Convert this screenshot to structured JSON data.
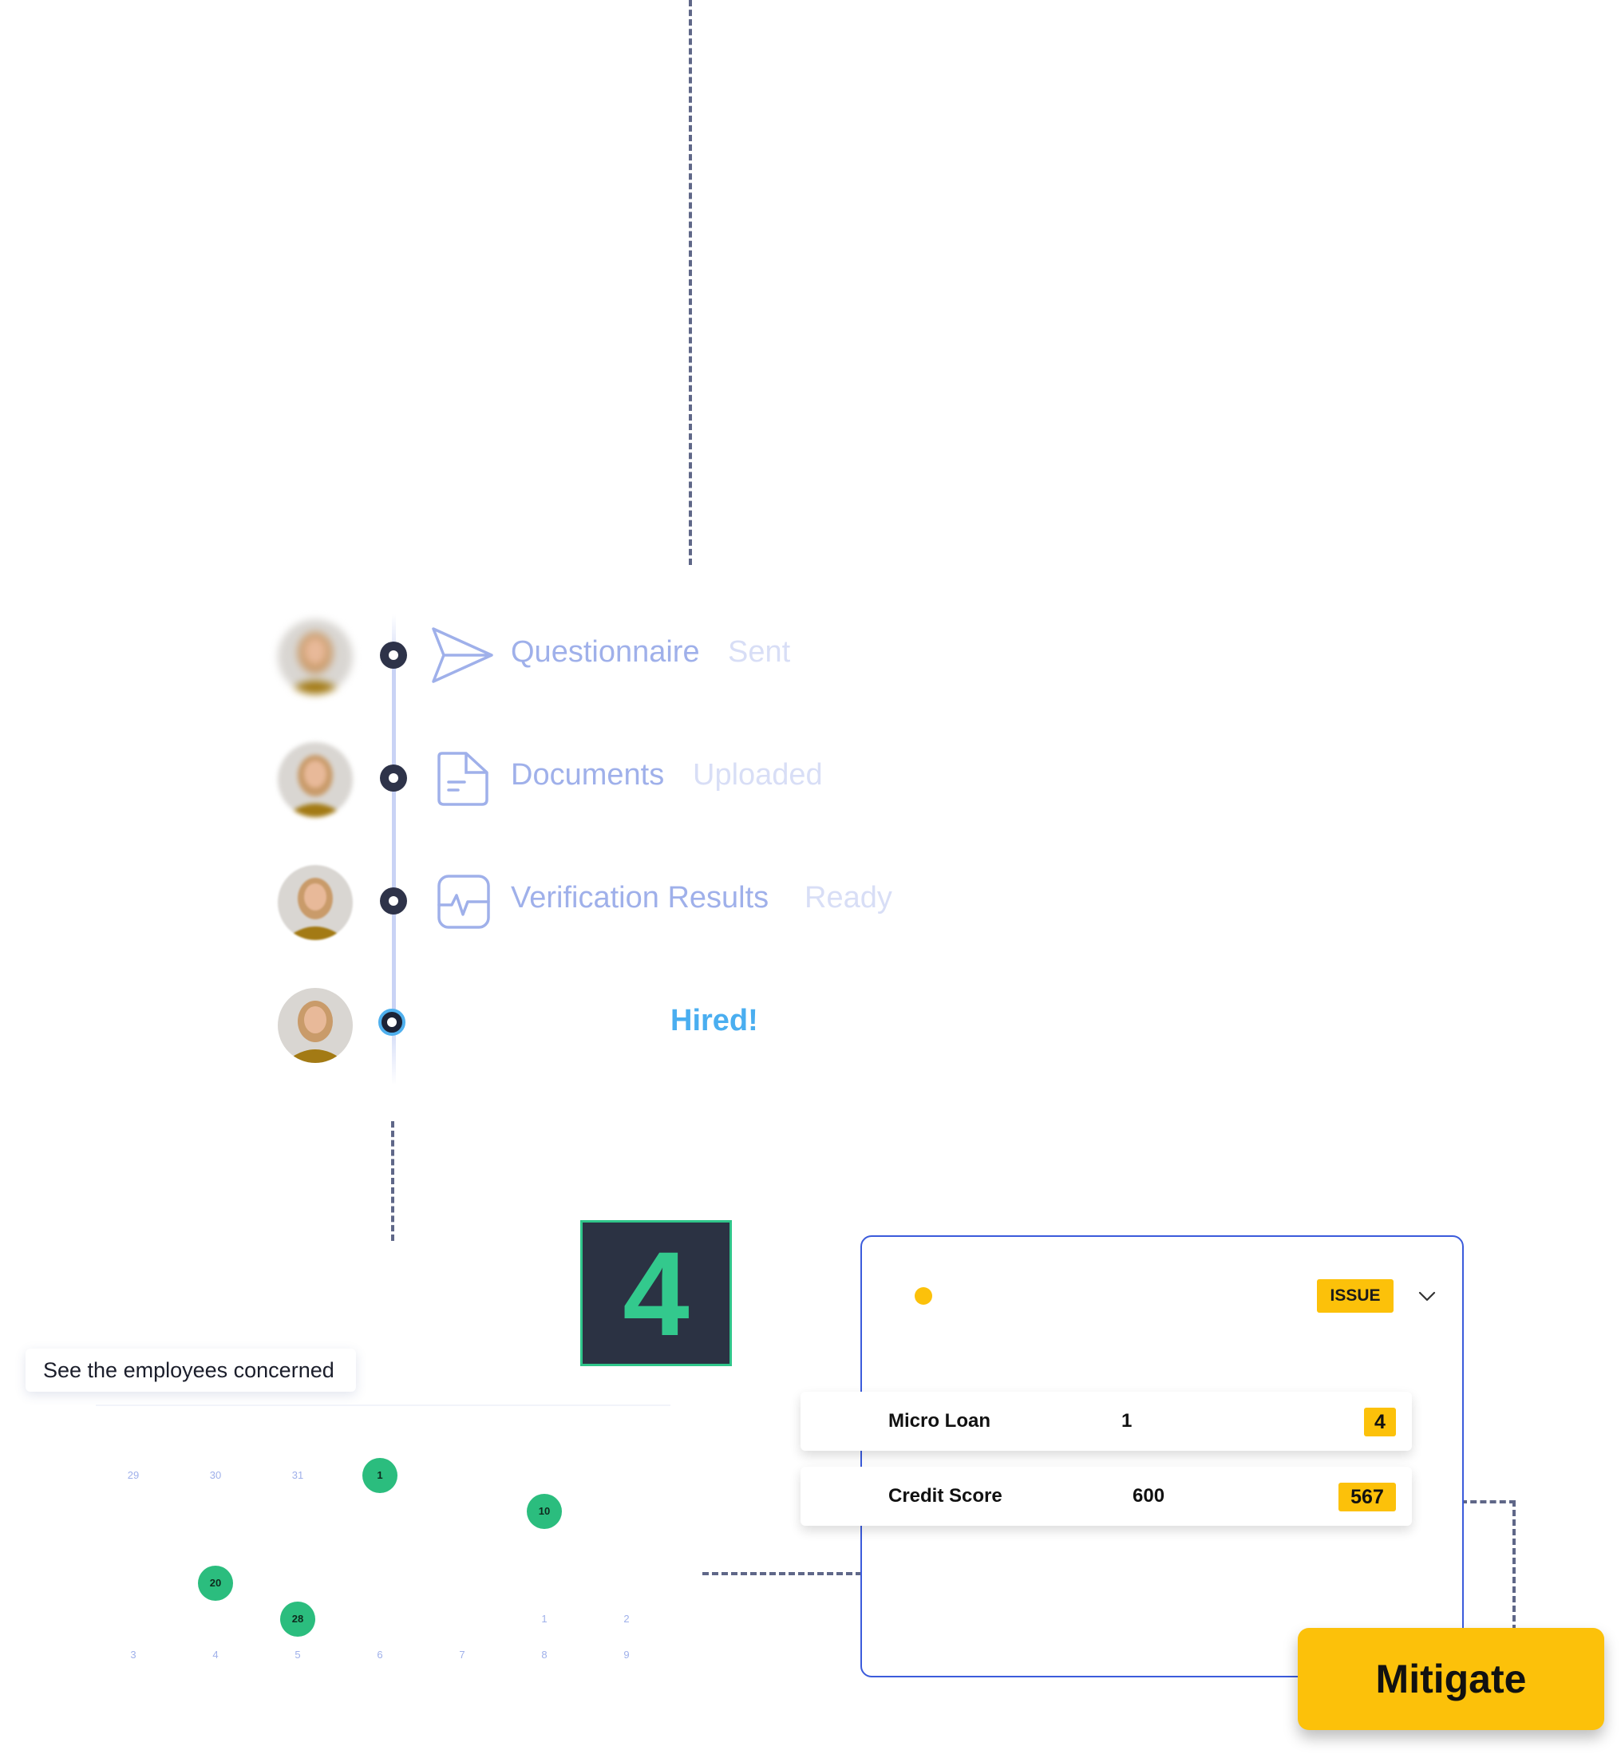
{
  "timeline": {
    "steps": [
      {
        "label": "Questionnaire",
        "status": "Sent",
        "icon": "paper-plane-icon"
      },
      {
        "label": "Documents",
        "status": "Uploaded",
        "icon": "document-icon"
      },
      {
        "label": "Verification Results",
        "status": "Ready",
        "icon": "activity-icon"
      }
    ],
    "final_label": "Hired!"
  },
  "step_number": "4",
  "tooltip": "See the employees concerned",
  "calendar": {
    "days": [
      "29",
      "30",
      "31",
      "1",
      "2",
      "3",
      "4",
      "5",
      "6",
      "7",
      "8",
      "9",
      "10",
      "20",
      "28"
    ]
  },
  "issue_card": {
    "badge": "ISSUE",
    "rows": [
      {
        "label": "Micro Loan",
        "value": "1",
        "badge": "4"
      },
      {
        "label": "Credit Score",
        "value": "600",
        "badge": "567"
      }
    ]
  },
  "action": {
    "label": "Mitigate"
  },
  "colors": {
    "accent_yellow": "#fcc10a",
    "accent_green": "#2bbd7e",
    "card_border": "#3b5bdb",
    "hired_blue": "#4aaef0"
  }
}
